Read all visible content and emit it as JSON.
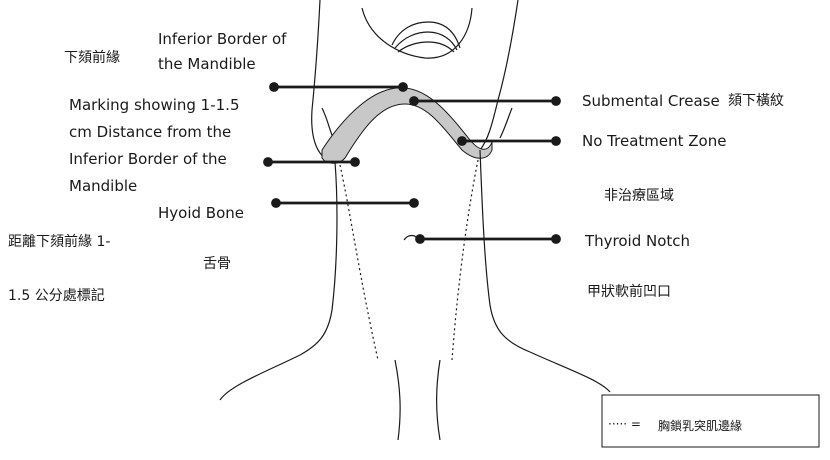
{
  "labels": {
    "inferior_border_line1": "Inferior Border of",
    "inferior_border_line2": "the Mandible",
    "marking_line1": "Marking showing 1-1.5",
    "marking_line2": "cm Distance from the",
    "marking_line3": "Inferior Border of the",
    "marking_line4": "Mandible",
    "hyoid_bone": "Hyoid Bone",
    "submental_crease": "Submental Crease",
    "no_treatment_zone": "No Treatment Zone",
    "thyroid_notch": "Thyroid Notch"
  },
  "labels_zh": {
    "inferior_border": "下頦前緣",
    "submental_crease": "頦下橫紋",
    "no_treatment_zone": "非治療區域",
    "marking_line1": "距離下頦前緣 1-",
    "marking_line2": "1.5 公分處標記",
    "hyoid_bone": "舌骨",
    "thyroid_notch": "甲狀軟前凹口"
  },
  "legend": {
    "symbol": "····· =",
    "text": "胸鎖乳突肌邊緣"
  },
  "colors": {
    "line": "#1a1a1a",
    "treatment_band": "#c8c8c8"
  }
}
